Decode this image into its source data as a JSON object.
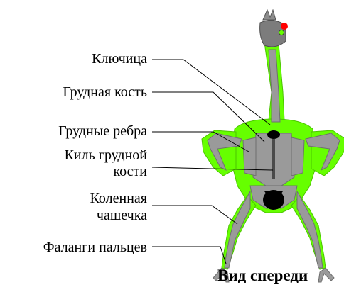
{
  "labels": {
    "clavicle": "Ключица",
    "sternum": "Грудная кость",
    "ribs": "Грудные ребра",
    "keel_line1": "Киль грудной",
    "keel_line2": "кости",
    "patella_line1": "Коленная",
    "patella_line2": "чашечка",
    "phalanges": "Фаланги пальцев"
  },
  "caption": "Вид спереди",
  "colors": {
    "body_fill": "#66ff00",
    "body_outline": "#4bc400",
    "bone": "#9a9a9a",
    "bone_dark": "#6f6f6f",
    "head": "#8c8c8c",
    "crest": "#ff0000",
    "leader_line": "#000000"
  }
}
